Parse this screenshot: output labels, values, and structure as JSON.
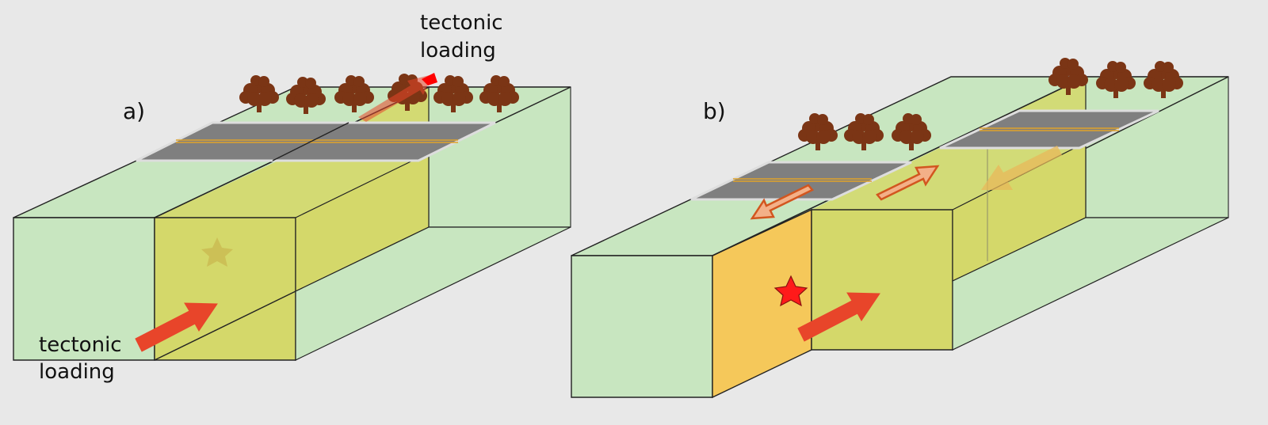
{
  "panels": [
    {
      "label": "a)",
      "annotations": [
        {
          "text": [
            "tectonic",
            "loading"
          ]
        },
        {
          "text": [
            "tectonic",
            "loading"
          ]
        }
      ]
    },
    {
      "label": "b)"
    }
  ],
  "colors": {
    "background": "#e8e8e8",
    "rock_green": "#c8e6c0",
    "rupture_yellow": "#d4d86a",
    "slip_orange": "#f5c85a",
    "arrow_red": "#e8452a",
    "tree_brown": "#7b3515",
    "road_gray": "#7f7f7f",
    "road_center_line": "#e0a32a",
    "hypocenter_red": "#ff1a1a"
  },
  "icons": [
    "tree-icon",
    "hypocenter-star-icon",
    "arrow-icon"
  ]
}
